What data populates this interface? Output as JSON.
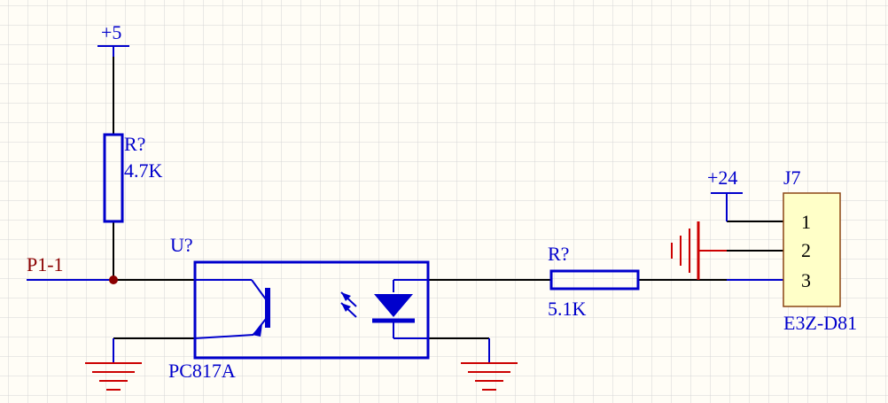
{
  "schematic": {
    "colors": {
      "background": "#fffdf6",
      "grid": "#d5d5d5",
      "wire": "#000000",
      "component": "#0000cc",
      "pin": "#cc0000",
      "net_label": "#8b0000",
      "connector_fill": "#ffffc8",
      "connector_stroke": "#8b4513"
    },
    "power": {
      "v5": "+5",
      "v24": "+24"
    },
    "net_label": "P1-1",
    "r1": {
      "designator": "R?",
      "value": "4.7K"
    },
    "r2": {
      "designator": "R?",
      "value": "5.1K"
    },
    "u1": {
      "designator": "U?",
      "part": "PC817A"
    },
    "j7": {
      "designator": "J7",
      "part": "E3Z-D81",
      "pins": [
        "1",
        "2",
        "3"
      ]
    }
  }
}
